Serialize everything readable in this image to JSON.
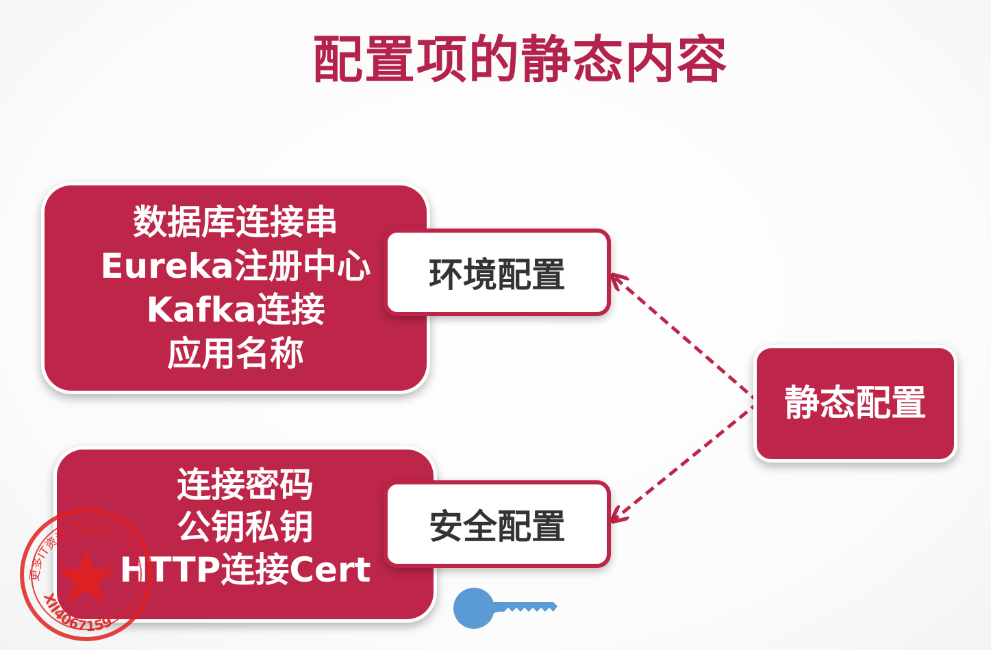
{
  "title": "配置项的静态内容",
  "env_details": [
    "数据库连接串",
    "Eureka注册中心",
    "Kafka连接",
    "应用名称"
  ],
  "security_details": [
    "连接密码",
    "公钥私钥",
    "HTTP连接Cert"
  ],
  "env_config_label": "环境配置",
  "security_config_label": "安全配置",
  "static_config_label": "静态配置",
  "colors": {
    "accent": "#bd2549",
    "title": "#b4234b",
    "key": "#5b9bd5",
    "stamp": "#e02020"
  },
  "icons": {
    "key": "key-icon",
    "stamp": "watermark-stamp"
  },
  "stamp_text": "更多IT资源, 加微信 XII4067159"
}
